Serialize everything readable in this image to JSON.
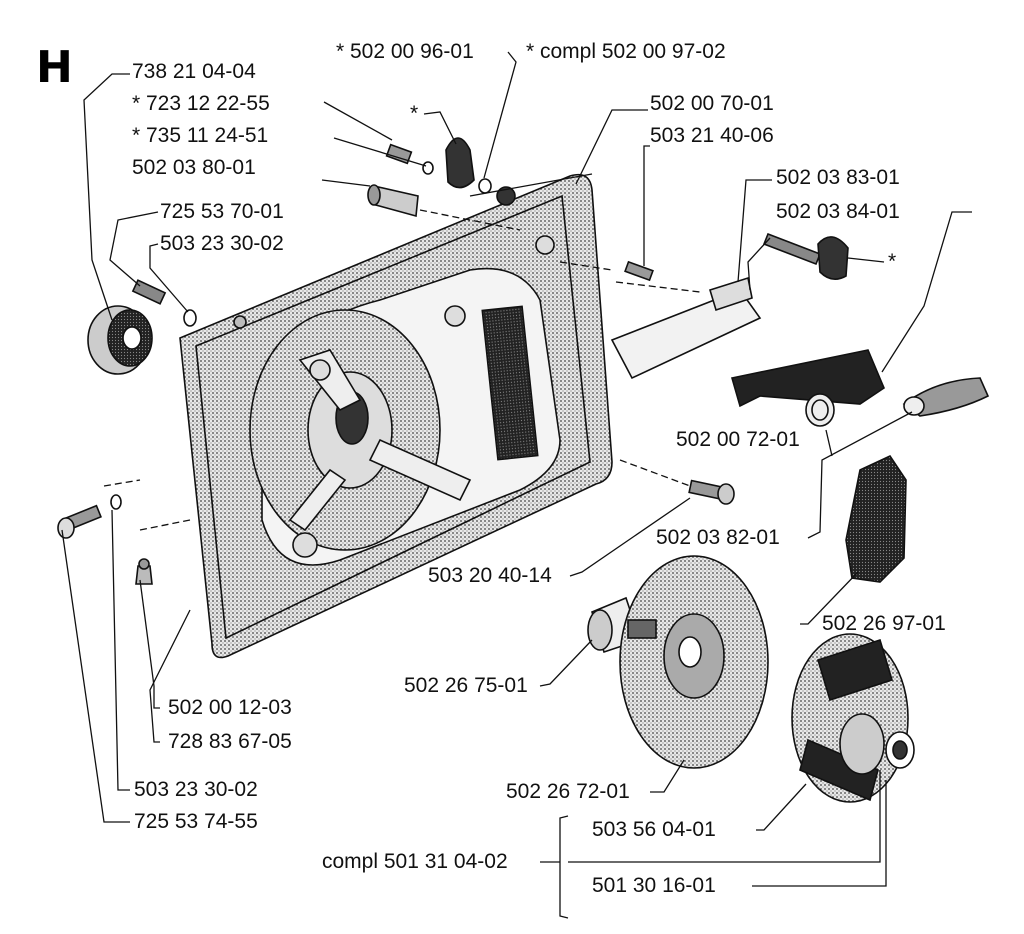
{
  "section_letter": "H",
  "labels": {
    "l_738_21_04_04": "738 21 04-04",
    "l_723_12_22_55": "* 723 12 22-55",
    "l_735_11_24_51": "* 735 11 24-51",
    "l_502_03_80_01": "502 03 80-01",
    "l_725_53_70_01": "725 53 70-01",
    "l_503_23_30_02_top": "503 23 30-02",
    "l_502_00_96_01": "* 502 00 96-01",
    "l_compl_502_00_97_02": "* compl 502 00 97-02",
    "l_502_00_70_01": "502 00 70-01",
    "l_503_21_40_06": "503 21 40-06",
    "l_502_03_83_01": "502 03 83-01",
    "l_502_03_84_01": "502 03 84-01",
    "l_star_right": "*",
    "l_star_top": "*",
    "l_502_00_72_01": "502 00 72-01",
    "l_502_03_82_01": "502 03 82-01",
    "l_503_20_40_14": "503 20 40-14",
    "l_502_26_97_01": "502 26 97-01",
    "l_502_26_75_01": "502 26 75-01",
    "l_502_00_12_03": "502 00 12-03",
    "l_728_83_67_05": "728 83 67-05",
    "l_503_23_30_02_bottom": "503 23 30-02",
    "l_725_53_74_55": "725 53 74-55",
    "l_502_26_72_01": "502 26 72-01",
    "l_503_56_04_01": "503 56 04-01",
    "l_compl_501_31_04_02": "compl 501 31 04-02",
    "l_501_30_16_01": "501 30 16-01"
  }
}
